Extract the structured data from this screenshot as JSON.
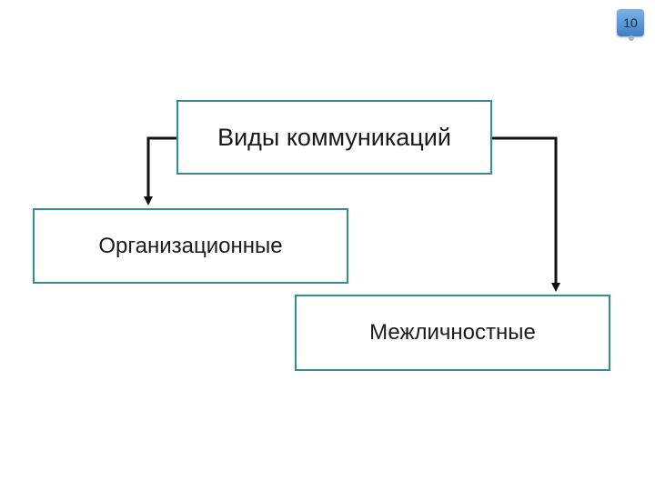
{
  "page_number": "10",
  "diagram": {
    "root": {
      "label": "Виды коммуникаций"
    },
    "children": [
      {
        "label": "Организационные"
      },
      {
        "label": "Межличностные"
      }
    ]
  },
  "colors": {
    "box_border": "#2f8f91",
    "connector": "#111111",
    "badge": "#4a8ad0"
  }
}
